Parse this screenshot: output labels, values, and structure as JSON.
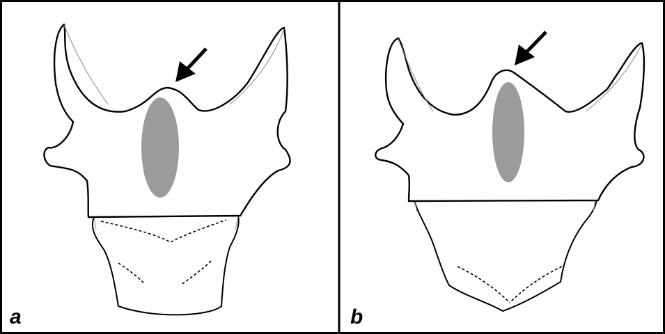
{
  "panels": [
    {
      "id": "a",
      "label": "a"
    },
    {
      "id": "b",
      "label": "b"
    }
  ],
  "colors": {
    "outline": "#000000",
    "fill": "#ffffff",
    "spot": "#9b9b9b",
    "background": "#ffffff"
  },
  "icons": {
    "arrow": "arrow-down-left-icon"
  }
}
